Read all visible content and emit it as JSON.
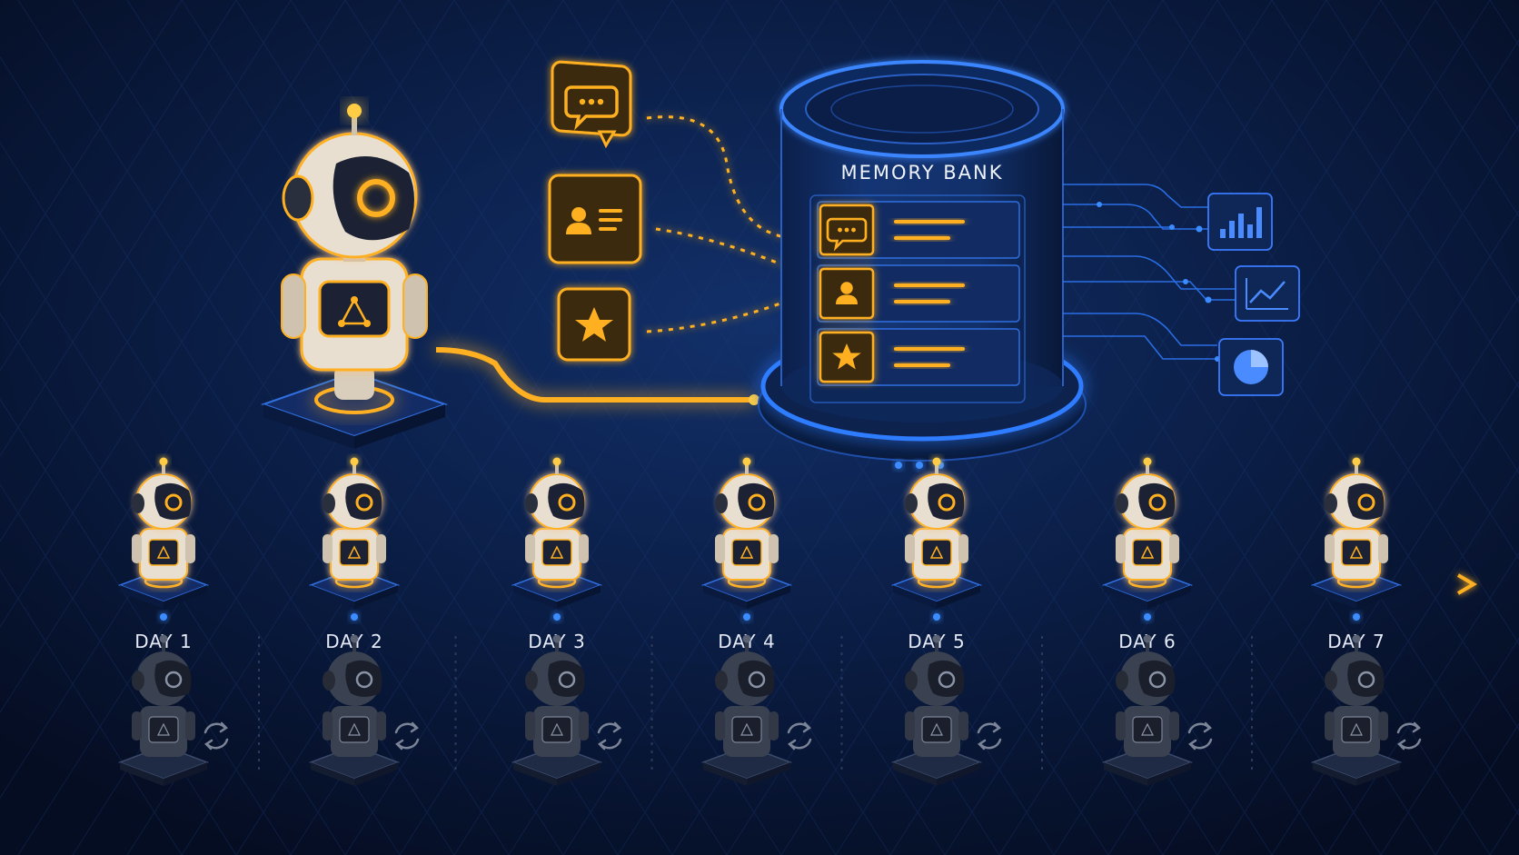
{
  "memory_bank": {
    "title": "MEMORY BANK",
    "records": [
      {
        "icon": "chat-bubble-icon"
      },
      {
        "icon": "user-icon"
      },
      {
        "icon": "star-icon"
      }
    ]
  },
  "inputs": [
    {
      "icon": "chat-bubble-icon"
    },
    {
      "icon": "contact-card-icon"
    },
    {
      "icon": "star-icon"
    }
  ],
  "outputs": [
    {
      "icon": "bar-chart-icon"
    },
    {
      "icon": "line-chart-icon"
    },
    {
      "icon": "pie-chart-icon"
    }
  ],
  "timeline": {
    "days": [
      "DAY 1",
      "DAY 2",
      "DAY 3",
      "DAY 4",
      "DAY 5",
      "DAY 6",
      "DAY 7"
    ]
  },
  "colors": {
    "background": "#081634",
    "glow_orange": "#ffb020",
    "accent_blue": "#2f7bff",
    "robot_body": "#e9dfd0",
    "robot_dark": "#1c2233",
    "idle_robot": "#3a4150"
  }
}
